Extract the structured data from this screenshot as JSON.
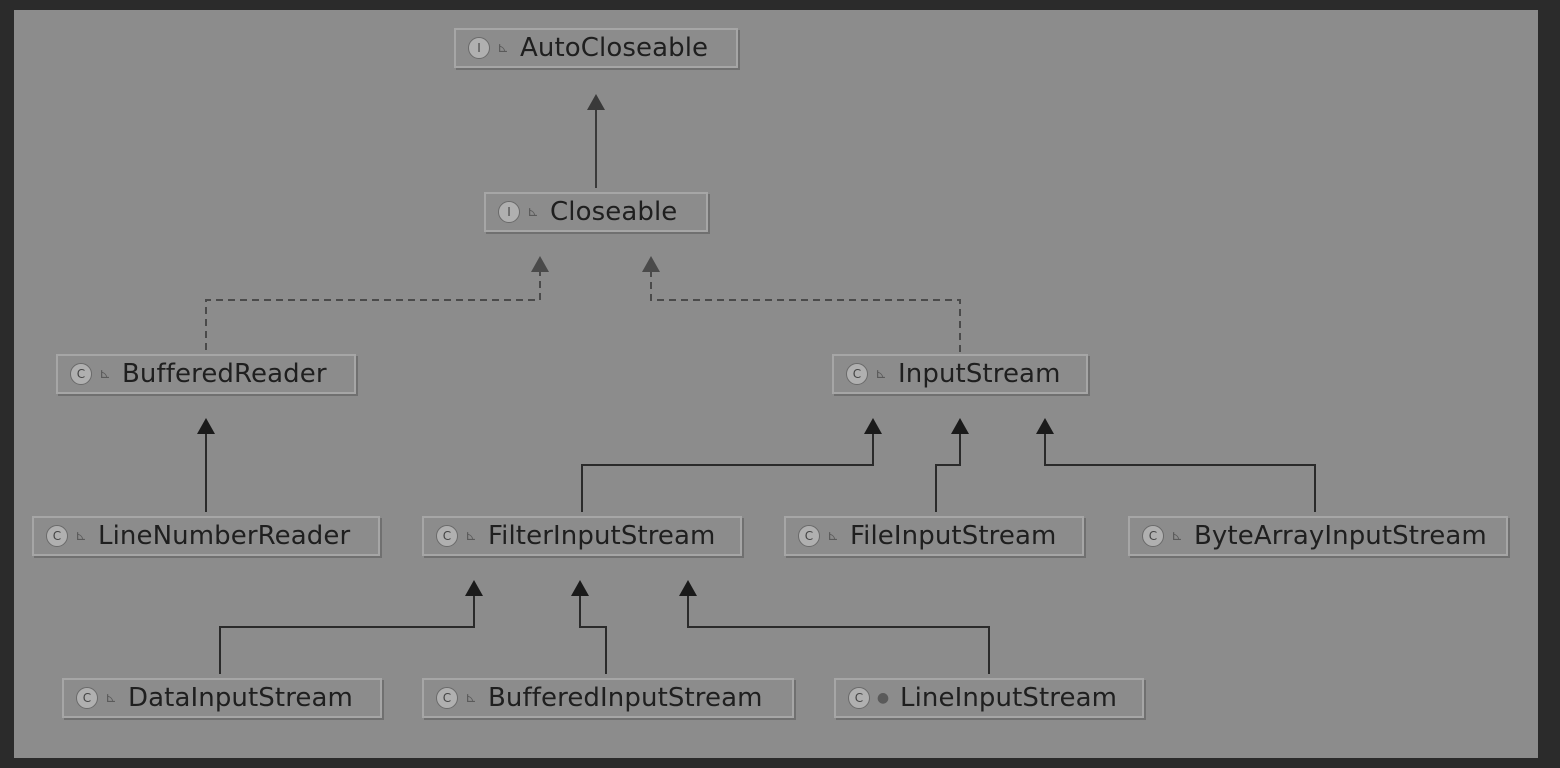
{
  "diagram": {
    "nodes": [
      {
        "id": "autocloseable",
        "label": "AutoCloseable",
        "kind": "I",
        "kind_icon": "interface-icon",
        "vis_icon": "public-visibility-icon"
      },
      {
        "id": "closeable",
        "label": "Closeable",
        "kind": "I",
        "kind_icon": "interface-icon",
        "vis_icon": "public-visibility-icon"
      },
      {
        "id": "bufferedreader",
        "label": "BufferedReader",
        "kind": "C",
        "kind_icon": "class-icon",
        "vis_icon": "public-visibility-icon"
      },
      {
        "id": "inputstream",
        "label": "InputStream",
        "kind": "C",
        "kind_icon": "abstract-class-icon",
        "vis_icon": "public-visibility-icon"
      },
      {
        "id": "linenumberreader",
        "label": "LineNumberReader",
        "kind": "C",
        "kind_icon": "class-icon",
        "vis_icon": "public-visibility-icon"
      },
      {
        "id": "filterinputstream",
        "label": "FilterInputStream",
        "kind": "C",
        "kind_icon": "class-icon",
        "vis_icon": "public-visibility-icon"
      },
      {
        "id": "fileinputstream",
        "label": "FileInputStream",
        "kind": "C",
        "kind_icon": "class-icon",
        "vis_icon": "public-visibility-icon"
      },
      {
        "id": "bytearrayinputstream",
        "label": "ByteArrayInputStream",
        "kind": "C",
        "kind_icon": "class-icon",
        "vis_icon": "public-visibility-icon"
      },
      {
        "id": "datainputstream",
        "label": "DataInputStream",
        "kind": "C",
        "kind_icon": "class-icon",
        "vis_icon": "public-visibility-icon"
      },
      {
        "id": "bufferedinputstream",
        "label": "BufferedInputStream",
        "kind": "C",
        "kind_icon": "class-icon",
        "vis_icon": "public-visibility-icon"
      },
      {
        "id": "lineinputstream",
        "label": "LineInputStream",
        "kind": "C",
        "kind_icon": "class-icon",
        "vis_icon": "package-visibility-icon"
      }
    ],
    "edges": [
      {
        "from": "closeable",
        "to": "autocloseable",
        "type": "extends"
      },
      {
        "from": "bufferedreader",
        "to": "closeable",
        "type": "implements"
      },
      {
        "from": "inputstream",
        "to": "closeable",
        "type": "implements"
      },
      {
        "from": "linenumberreader",
        "to": "bufferedreader",
        "type": "extends"
      },
      {
        "from": "filterinputstream",
        "to": "inputstream",
        "type": "extends"
      },
      {
        "from": "fileinputstream",
        "to": "inputstream",
        "type": "extends"
      },
      {
        "from": "bytearrayinputstream",
        "to": "inputstream",
        "type": "extends"
      },
      {
        "from": "datainputstream",
        "to": "filterinputstream",
        "type": "extends"
      },
      {
        "from": "bufferedinputstream",
        "to": "filterinputstream",
        "type": "extends"
      },
      {
        "from": "lineinputstream",
        "to": "filterinputstream",
        "type": "extends"
      }
    ],
    "colors": {
      "background": "#8c8c8c",
      "outer": "#2b2b2b",
      "line": "#2a2a2a",
      "dashed_line": "#4a4a4a",
      "text": "#1f1f1f"
    }
  }
}
